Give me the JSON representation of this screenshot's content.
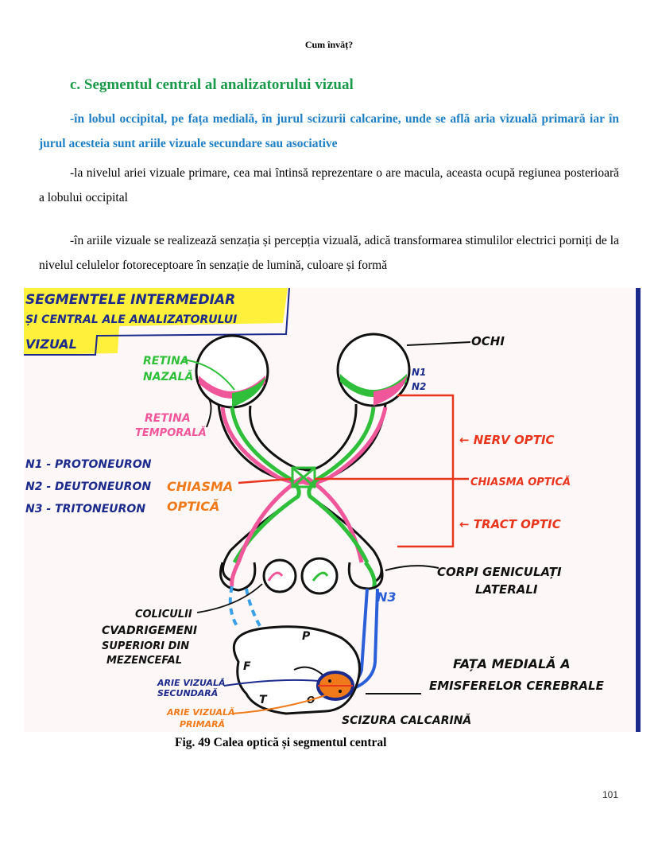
{
  "header": "Cum învăț?",
  "section_title": "c.  Segmentul central al analizatorului vizual",
  "paragraphs": [
    "-în lobul occipital, pe fața medială, în jurul scizurii calcarine, unde se află aria vizuală primară iar în jurul acesteia sunt ariile vizuale secundare sau asociative",
    "-la nivelul ariei vizuale primare, cea mai întinsă reprezentare o are macula, aceasta ocupă regiunea posterioară a lobului occipital",
    "-în ariile vizuale se realizează senzația și percepția vizuală, adică transformarea stimulilor electrici porniți de la nivelul celulelor fotoreceptoare în senzație de lumină, culoare și formă"
  ],
  "figure": {
    "title_lines": [
      "SEGMENTELE INTERMEDIAR",
      "ȘI CENTRAL ALE ANALIZATORULUI",
      "VIZUAL"
    ],
    "labels": {
      "ochi": "OCHI",
      "n1": "N1",
      "n2": "N2",
      "retina_nazala_1": "RETINA",
      "retina_nazala_2": "NAZALĂ",
      "retina_temporala_1": "RETINA",
      "retina_temporala_2": "TEMPORALĂ",
      "nerv_optic": "← NERV OPTIC",
      "chiasma_optica_right": "CHIASMA OPTICĂ",
      "chiasma_left_1": "CHIASMA",
      "chiasma_left_2": "OPTICĂ",
      "tract_optic": "← TRACT OPTIC",
      "legend_n1": "N1 - PROTONEURON",
      "legend_n2": "N2 - DEUTONEURON",
      "legend_n3": "N3 - TRITONEURON",
      "corpi_1": "CORPI GENICULAȚI",
      "corpi_2": "LATERALI",
      "n3": "N3",
      "coliculi_1": "COLICULII",
      "coliculi_2": "CVADRIGEMENI",
      "coliculi_3": "SUPERIORI DIN",
      "coliculi_4": "MEZENCEFAL",
      "lobe_f": "F",
      "lobe_p": "P",
      "lobe_t": "T",
      "lobe_o": "O",
      "arie_sec_1": "ARIE VIZUALĂ",
      "arie_sec_2": "SECUNDARĂ",
      "arie_prim_1": "ARIE VIZUALĂ",
      "arie_prim_2": "PRIMARĂ",
      "fata_1": "FAȚA MEDIALĂ A",
      "fata_2": "EMISFERELOR CEREBRALE",
      "scizura": "SCIZURA CALCARINĂ"
    },
    "colors": {
      "green": "#2fbf3a",
      "pink": "#f0569a",
      "red": "#e8361e",
      "orange": "#f07a1a",
      "blue": "#2a5fd8",
      "navy": "#1c2a8c",
      "yellow": "#ffef1a",
      "light_blue": "#3aa0e8"
    }
  },
  "caption": "Fig. 49 Calea optică și segmentul central",
  "page_number": "101"
}
